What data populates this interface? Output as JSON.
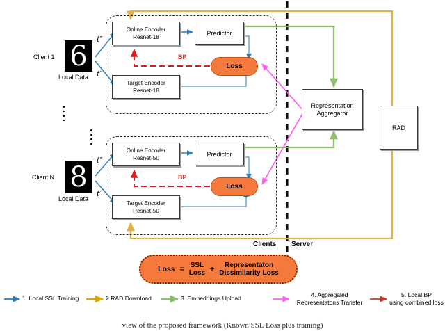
{
  "diagram": {
    "title_caption": "view of the proposed framework (Known SSL Loss plus training)",
    "divider": {
      "left_label": "Clients",
      "right_label": "Server"
    },
    "clients": [
      {
        "name": "Client 1",
        "data_label": "Local Data",
        "digit": "6",
        "aug_top": "t″",
        "aug_bottom": "t′",
        "online_encoder": {
          "line1": "Online Encoder",
          "line2": "Resnet-18"
        },
        "target_encoder": {
          "line1": "Target Encoder",
          "line2": "Resnet-18"
        },
        "predictor": "Predictor",
        "loss": "Loss",
        "bp_label": "BP"
      },
      {
        "name": "Client N",
        "data_label": "Local Data",
        "digit": "8",
        "aug_top": "t″",
        "aug_bottom": "t′",
        "online_encoder": {
          "line1": "Online Encoder",
          "line2": "Resnet-50"
        },
        "target_encoder": {
          "line1": "Target Encoder",
          "line2": "Resnet-50"
        },
        "predictor": "Predictor",
        "loss": "Loss",
        "bp_label": "BP"
      }
    ],
    "server": {
      "aggregator": {
        "line1": "Representation",
        "line2": "Aggregaror"
      },
      "rad": "RAD"
    },
    "equation": {
      "lhs": "Loss",
      "eq": "=",
      "term1_top": "SSL",
      "term1_bottom": "Loss",
      "plus": "+",
      "term2_top": "Representaton",
      "term2_bottom": "Dissimilarity Loss"
    },
    "legend": [
      {
        "index": "1.",
        "text": "1. Local SSL Training",
        "color": "#2a7fb8"
      },
      {
        "index": "2",
        "text": "2  RAD Download",
        "color": "#e0a500"
      },
      {
        "index": "3.",
        "text": "3. Embeddings Upload",
        "color": "#8cc06a"
      },
      {
        "index": "4.",
        "line1": "4. Aggregaled",
        "line2": "Representatons Transfer",
        "color": "#ff5ef1"
      },
      {
        "index": "5.",
        "line1": "5. Local BP",
        "line2": "using combined loss",
        "color": "#c0392b"
      }
    ],
    "colors": {
      "ssl_blue": "#2a7fb8",
      "rad_gold": "#e0b44a",
      "embed_green": "#8cc06a",
      "agg_magenta": "#ff5ef1",
      "bp_red": "#e11b1b",
      "loss_orange": "#F4793B",
      "box_border": "#3a3a3a"
    }
  }
}
